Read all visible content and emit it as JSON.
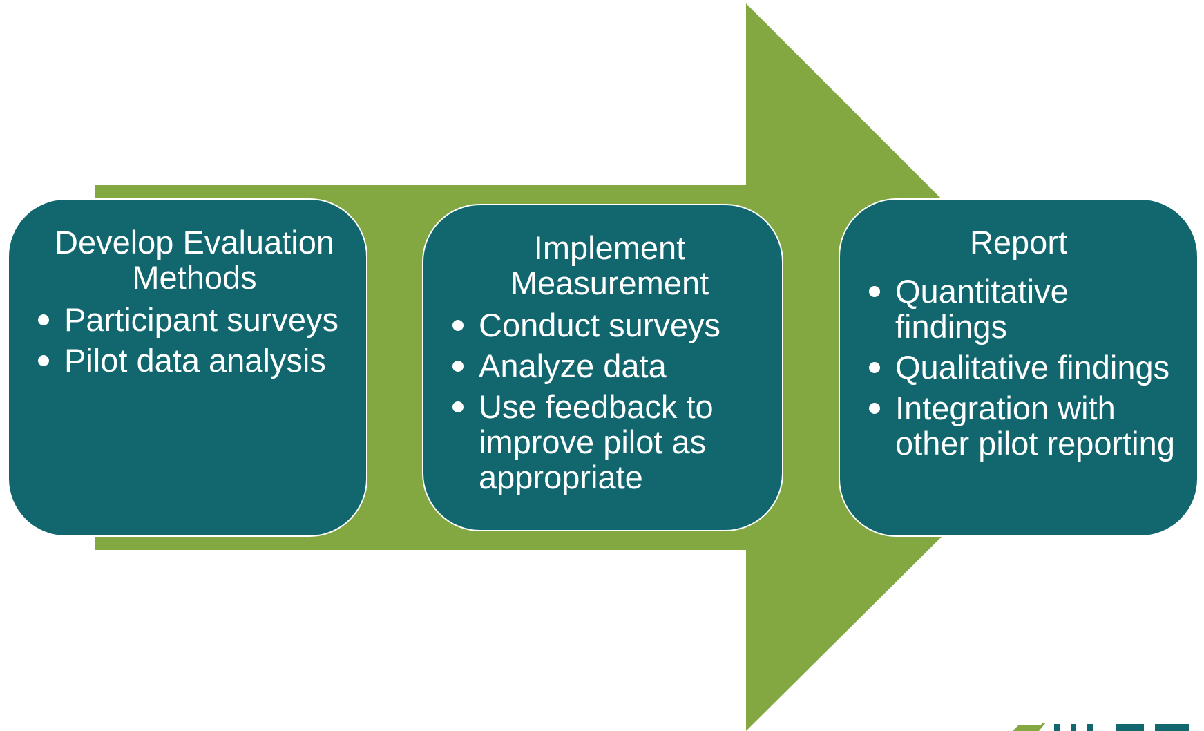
{
  "colors": {
    "arrow": "#83a842",
    "box_fill": "#12676f",
    "box_border": "#ffffff",
    "text": "#ffffff",
    "background": "#ffffff"
  },
  "stages": [
    {
      "title": "Develop Evaluation Methods",
      "bullets": [
        "Participant surveys",
        "Pilot data analysis"
      ]
    },
    {
      "title": "Implement Measurement",
      "bullets": [
        "Conduct surveys",
        "Analyze data",
        "Use feedback to improve pilot as appropriate"
      ]
    },
    {
      "title": "Report",
      "bullets": [
        "Quantitative findings",
        "Qualitative findings",
        "Integration with other pilot reporting"
      ]
    }
  ],
  "logo": {
    "icon": "checkmark-icon",
    "text": "WHPM"
  }
}
